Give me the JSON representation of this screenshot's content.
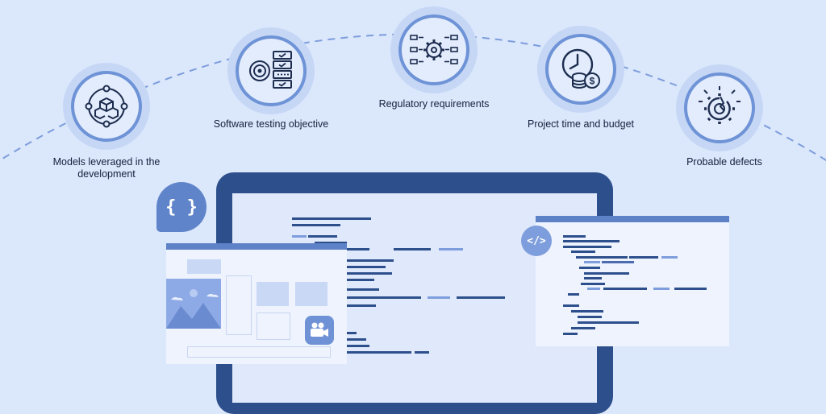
{
  "nodes": [
    {
      "label": "Models leveraged in the development",
      "icon": "cubes-network-icon"
    },
    {
      "label": "Software testing objective",
      "icon": "target-checklist-icon"
    },
    {
      "label": "Regulatory requirements",
      "icon": "gear-connectors-icon"
    },
    {
      "label": "Project time and budget",
      "icon": "clock-coins-icon"
    },
    {
      "label": "Probable defects",
      "icon": "broken-gear-icon"
    }
  ],
  "badges": {
    "braces": "{ }",
    "html_tag": "</>"
  },
  "colors": {
    "background": "#dbe7fb",
    "accent": "#6e93d6",
    "dark": "#2d4f8c",
    "text": "#13213d"
  }
}
